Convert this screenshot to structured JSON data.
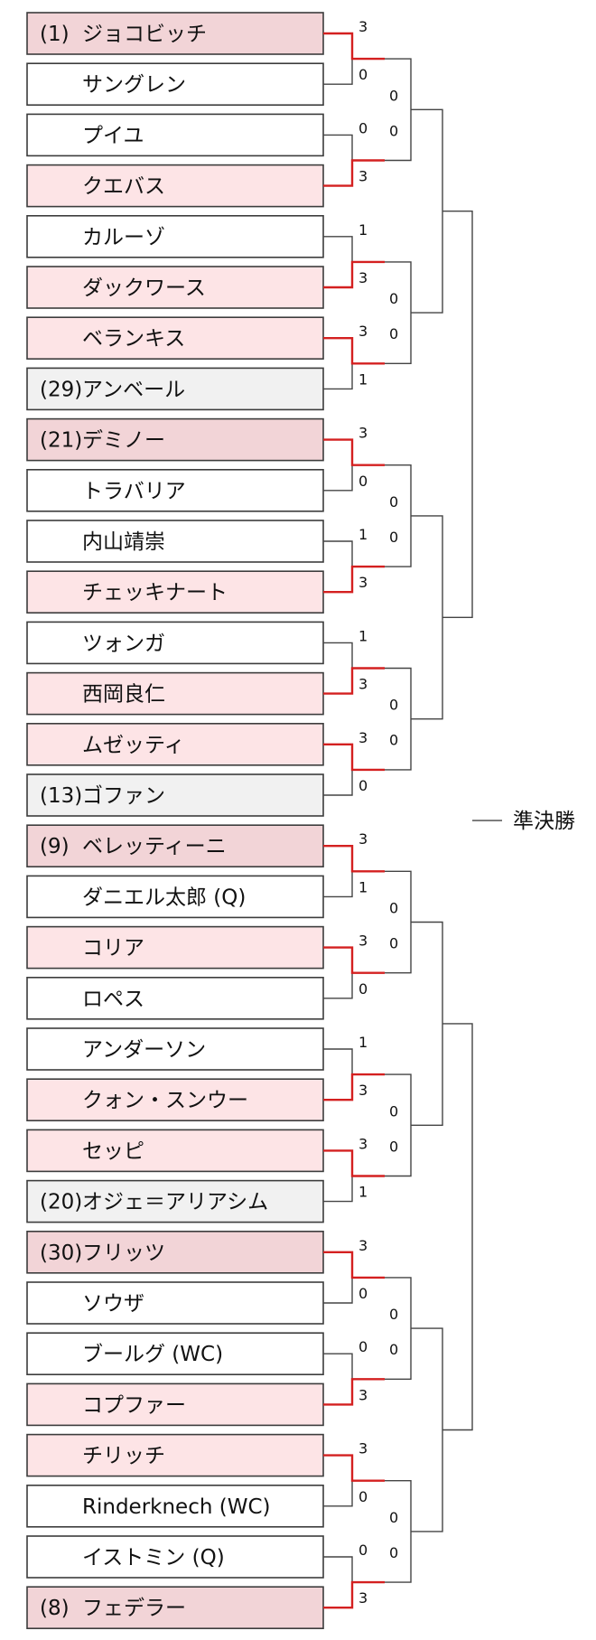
{
  "colors": {
    "seeded_winner": "#f2d4d7",
    "winner": "#fde4e6",
    "seeded_loser": "#f1f1f1",
    "loser": "#ffffff",
    "border": "#3c3c3c",
    "winner_line": "#d42020",
    "line": "#444444"
  },
  "players": [
    {
      "seed": "(1)",
      "name": "ジョコビッチ",
      "style": "seeded_winner"
    },
    {
      "seed": "",
      "name": "サングレン",
      "style": "loser"
    },
    {
      "seed": "",
      "name": "プイユ",
      "style": "loser"
    },
    {
      "seed": "",
      "name": "クエバス",
      "style": "winner"
    },
    {
      "seed": "",
      "name": "カルーゾ",
      "style": "loser"
    },
    {
      "seed": "",
      "name": "ダックワース",
      "style": "winner"
    },
    {
      "seed": "",
      "name": "ベランキス",
      "style": "winner"
    },
    {
      "seed": "(29)",
      "name": "アンベール",
      "style": "seeded_loser"
    },
    {
      "seed": "(21)",
      "name": "デミノー",
      "style": "seeded_winner"
    },
    {
      "seed": "",
      "name": "トラバリア",
      "style": "loser"
    },
    {
      "seed": "",
      "name": "内山靖崇",
      "style": "loser"
    },
    {
      "seed": "",
      "name": "チェッキナート",
      "style": "winner"
    },
    {
      "seed": "",
      "name": "ツォンガ",
      "style": "loser"
    },
    {
      "seed": "",
      "name": "西岡良仁",
      "style": "winner"
    },
    {
      "seed": "",
      "name": "ムゼッティ",
      "style": "winner"
    },
    {
      "seed": "(13)",
      "name": "ゴファン",
      "style": "seeded_loser"
    },
    {
      "seed": "(9)",
      "name": "ベレッティーニ",
      "style": "seeded_winner"
    },
    {
      "seed": "",
      "name": "ダニエル太郎 (Q)",
      "style": "loser"
    },
    {
      "seed": "",
      "name": "コリア",
      "style": "winner"
    },
    {
      "seed": "",
      "name": "ロペス",
      "style": "loser"
    },
    {
      "seed": "",
      "name": "アンダーソン",
      "style": "loser"
    },
    {
      "seed": "",
      "name": "クォン・スンウー",
      "style": "winner"
    },
    {
      "seed": "",
      "name": "セッピ",
      "style": "winner"
    },
    {
      "seed": "(20)",
      "name": "オジェ＝アリアシム",
      "style": "seeded_loser"
    },
    {
      "seed": "(30)",
      "name": "フリッツ",
      "style": "seeded_winner"
    },
    {
      "seed": "",
      "name": "ソウザ",
      "style": "loser"
    },
    {
      "seed": "",
      "name": "ブールグ (WC)",
      "style": "loser"
    },
    {
      "seed": "",
      "name": "コプファー",
      "style": "winner"
    },
    {
      "seed": "",
      "name": "チリッチ",
      "style": "winner"
    },
    {
      "seed": "",
      "name": "Rinderknech (WC)",
      "style": "loser"
    },
    {
      "seed": "",
      "name": "イストミン (Q)",
      "style": "loser"
    },
    {
      "seed": "(8)",
      "name": "フェデラー",
      "style": "seeded_winner"
    }
  ],
  "round1": [
    {
      "scores": [
        "3",
        "0"
      ],
      "winner": 0
    },
    {
      "scores": [
        "0",
        "3"
      ],
      "winner": 1
    },
    {
      "scores": [
        "1",
        "3"
      ],
      "winner": 1
    },
    {
      "scores": [
        "3",
        "1"
      ],
      "winner": 0
    },
    {
      "scores": [
        "3",
        "0"
      ],
      "winner": 0
    },
    {
      "scores": [
        "1",
        "3"
      ],
      "winner": 1
    },
    {
      "scores": [
        "1",
        "3"
      ],
      "winner": 1
    },
    {
      "scores": [
        "3",
        "0"
      ],
      "winner": 0
    },
    {
      "scores": [
        "3",
        "1"
      ],
      "winner": 0
    },
    {
      "scores": [
        "3",
        "0"
      ],
      "winner": 0
    },
    {
      "scores": [
        "1",
        "3"
      ],
      "winner": 1
    },
    {
      "scores": [
        "3",
        "1"
      ],
      "winner": 0
    },
    {
      "scores": [
        "3",
        "0"
      ],
      "winner": 0
    },
    {
      "scores": [
        "0",
        "3"
      ],
      "winner": 1
    },
    {
      "scores": [
        "3",
        "0"
      ],
      "winner": 0
    },
    {
      "scores": [
        "0",
        "3"
      ],
      "winner": 1
    }
  ],
  "round2": [
    {
      "scores": [
        "0",
        "0"
      ]
    },
    {
      "scores": [
        "0",
        "0"
      ]
    },
    {
      "scores": [
        "0",
        "0"
      ]
    },
    {
      "scores": [
        "0",
        "0"
      ]
    },
    {
      "scores": [
        "0",
        "0"
      ]
    },
    {
      "scores": [
        "0",
        "0"
      ]
    },
    {
      "scores": [
        "0",
        "0"
      ]
    },
    {
      "scores": [
        "0",
        "0"
      ]
    }
  ],
  "final_label": "準決勝"
}
